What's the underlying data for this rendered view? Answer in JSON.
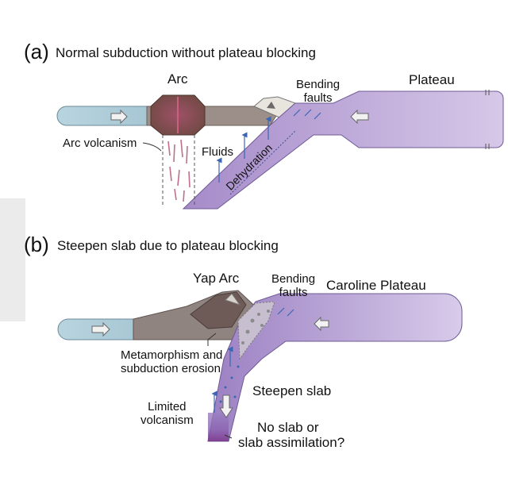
{
  "panel_a": {
    "letter": "(a)",
    "title": "Normal subduction without plateau blocking",
    "arc": "Arc",
    "bending_faults_line1": "Bending",
    "bending_faults_line2": "faults",
    "plateau": "Plateau",
    "arc_volcanism": "Arc volcanism",
    "fluids": "Fluids",
    "dehydration": "Dehydration"
  },
  "panel_b": {
    "letter": "(b)",
    "title": "Steepen slab due to plateau blocking",
    "yap_arc": "Yap Arc",
    "bending_faults_line1": "Bending",
    "bending_faults_line2": "faults",
    "caroline_plateau": "Caroline Plateau",
    "metamorphism_line1": "Metamorphism and",
    "metamorphism_line2": "subduction erosion",
    "steepen_slab": "Steepen slab",
    "limited_volcanism_line1": "Limited",
    "limited_volcanism_line2": "volcanism",
    "no_slab_line1": "No slab or",
    "no_slab_line2": "slab assimilation?"
  },
  "colors": {
    "ocean_plate": "#b9d3de",
    "arc_crust": "#7a5a52",
    "grey_crust": "#9a8c86",
    "plateau": "#b79fd8",
    "slab": "#8f6fb8",
    "slab_deep": "#7a2f86"
  }
}
